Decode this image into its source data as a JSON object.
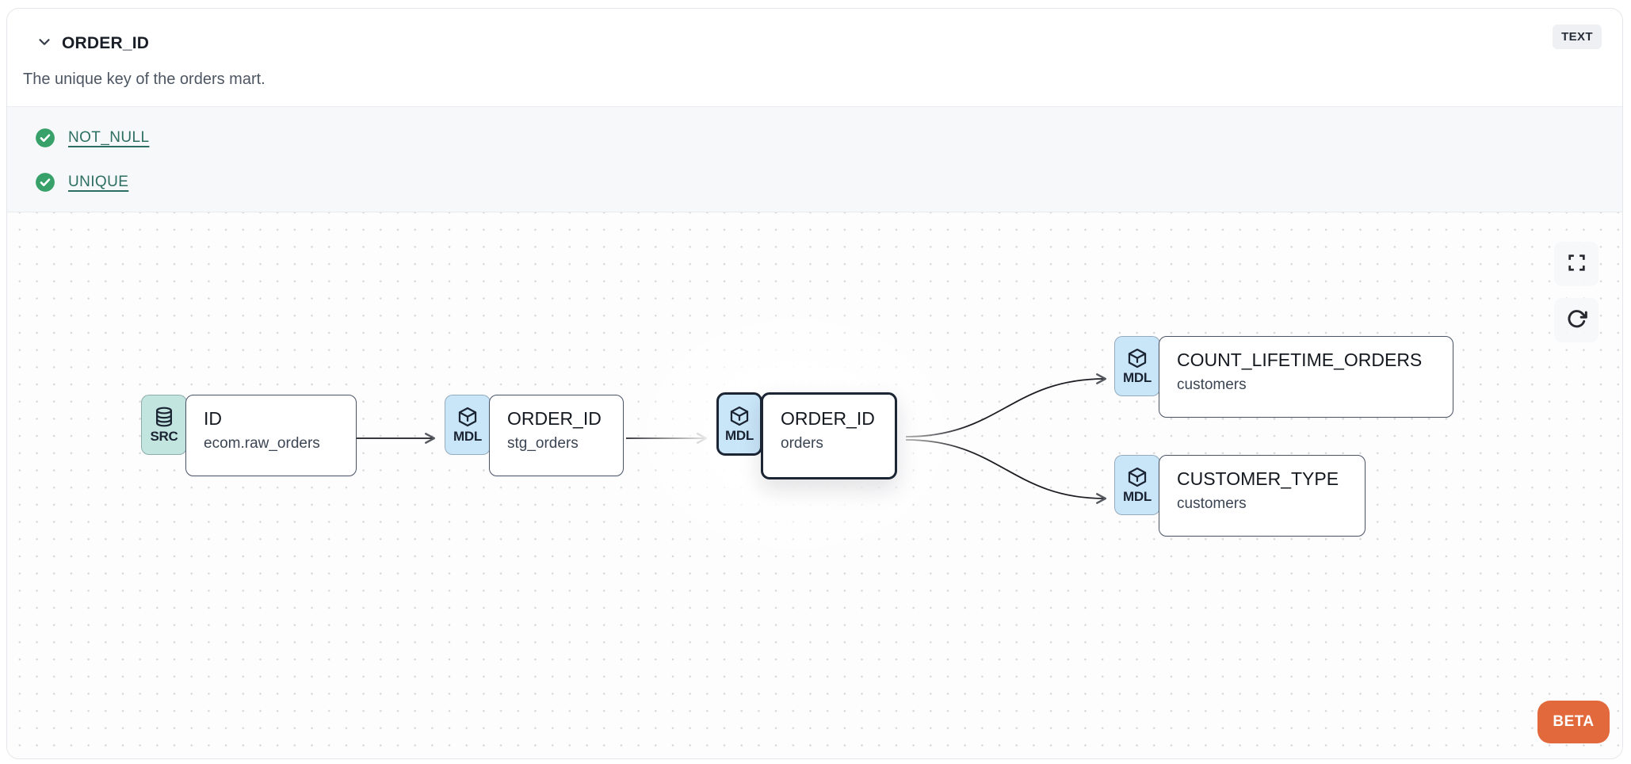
{
  "panel": {
    "title": "ORDER_ID",
    "description": "The unique key of the orders mart.",
    "type_badge": "TEXT"
  },
  "tests": {
    "items": [
      {
        "label": "NOT_NULL",
        "status": "passed"
      },
      {
        "label": "UNIQUE",
        "status": "passed"
      }
    ]
  },
  "lineage": {
    "nodes": [
      {
        "badge": "SRC",
        "icon": "database-icon",
        "title": "ID",
        "subtitle": "ecom.raw_orders",
        "selected": false
      },
      {
        "badge": "MDL",
        "icon": "cube-icon",
        "title": "ORDER_ID",
        "subtitle": "stg_orders",
        "selected": false
      },
      {
        "badge": "MDL",
        "icon": "cube-icon",
        "title": "ORDER_ID",
        "subtitle": "orders",
        "selected": true
      },
      {
        "badge": "MDL",
        "icon": "cube-icon",
        "title": "COUNT_LIFETIME_ORDERS",
        "subtitle": "customers",
        "selected": false
      },
      {
        "badge": "MDL",
        "icon": "cube-icon",
        "title": "CUSTOMER_TYPE",
        "subtitle": "customers",
        "selected": false
      }
    ],
    "edges": [
      {
        "from": "ID (ecom.raw_orders)",
        "to": "ORDER_ID (stg_orders)"
      },
      {
        "from": "ORDER_ID (stg_orders)",
        "to": "ORDER_ID (orders)"
      },
      {
        "from": "ORDER_ID (orders)",
        "to": "COUNT_LIFETIME_ORDERS (customers)"
      },
      {
        "from": "ORDER_ID (orders)",
        "to": "CUSTOMER_TYPE (customers)"
      }
    ],
    "beta_label": "BETA"
  },
  "colors": {
    "src_badge_bg": "#c2e5e0",
    "mdl_badge_bg": "#c9e5f8",
    "node_border": "#4a5467",
    "selected_border": "#1b2534",
    "test_pass_green": "#38a169",
    "test_link_teal": "#2c6e62",
    "beta_orange": "#e2693c",
    "type_badge_bg": "#eef0f3",
    "tests_section_bg": "#f7f8f9"
  }
}
